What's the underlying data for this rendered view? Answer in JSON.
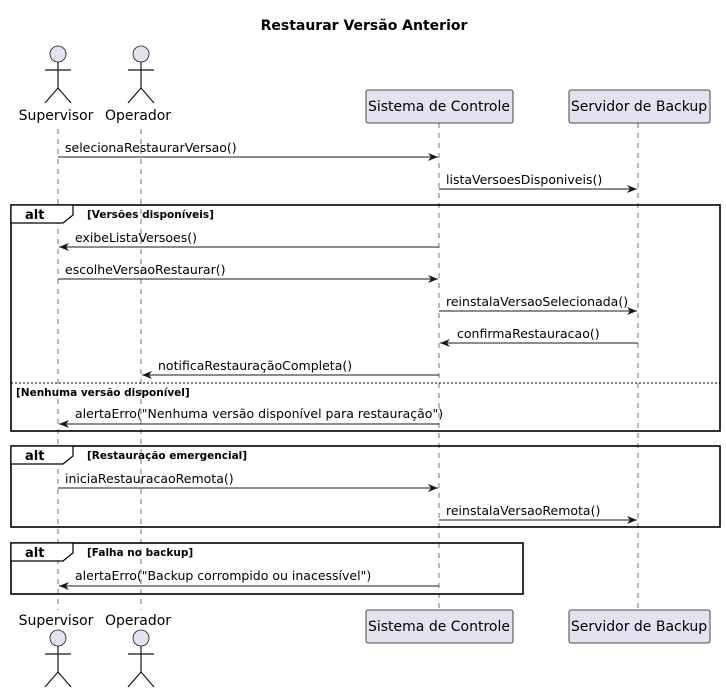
{
  "diagram": {
    "title": "Restaurar Versão Anterior",
    "colors": {
      "participant_fill": "#e2e2f0",
      "line": "#181818",
      "background": "#ffffff"
    },
    "participants": [
      {
        "id": "supervisor",
        "kind": "actor",
        "label": "Supervisor"
      },
      {
        "id": "operador",
        "kind": "actor",
        "label": "Operador"
      },
      {
        "id": "sistema",
        "kind": "participant",
        "label": "Sistema de Controle"
      },
      {
        "id": "servidor",
        "kind": "participant",
        "label": "Servidor de Backup"
      }
    ],
    "messages": [
      {
        "from": "supervisor",
        "to": "sistema",
        "label": "selecionaRestaurarVersao()"
      },
      {
        "from": "sistema",
        "to": "servidor",
        "label": "listaVersoesDisponiveis()"
      },
      {
        "from": "sistema",
        "to": "supervisor",
        "label": "exibeListaVersoes()"
      },
      {
        "from": "supervisor",
        "to": "sistema",
        "label": "escolheVersaoRestaurar()"
      },
      {
        "from": "sistema",
        "to": "servidor",
        "label": "reinstalaVersaoSelecionada()"
      },
      {
        "from": "servidor",
        "to": "sistema",
        "label": "confirmaRestauracao()"
      },
      {
        "from": "sistema",
        "to": "operador",
        "label": "notificaRestauraçãoCompleta()"
      },
      {
        "from": "sistema",
        "to": "supervisor",
        "label": "alertaErro(\"Nenhuma versão disponível para restauração\")"
      },
      {
        "from": "supervisor",
        "to": "sistema",
        "label": "iniciaRestauracaoRemota()"
      },
      {
        "from": "sistema",
        "to": "servidor",
        "label": "reinstalaVersaoRemota()"
      },
      {
        "from": "sistema",
        "to": "supervisor",
        "label": "alertaErro(\"Backup corrompido ou inacessível\")"
      }
    ],
    "fragments": [
      {
        "keyword": "alt",
        "guard": "[Versões disponíveis]",
        "else_guard": "[Nenhuma versão disponível]"
      },
      {
        "keyword": "alt",
        "guard": "[Restauração emergencial]"
      },
      {
        "keyword": "alt",
        "guard": "[Falha no backup]"
      }
    ]
  }
}
